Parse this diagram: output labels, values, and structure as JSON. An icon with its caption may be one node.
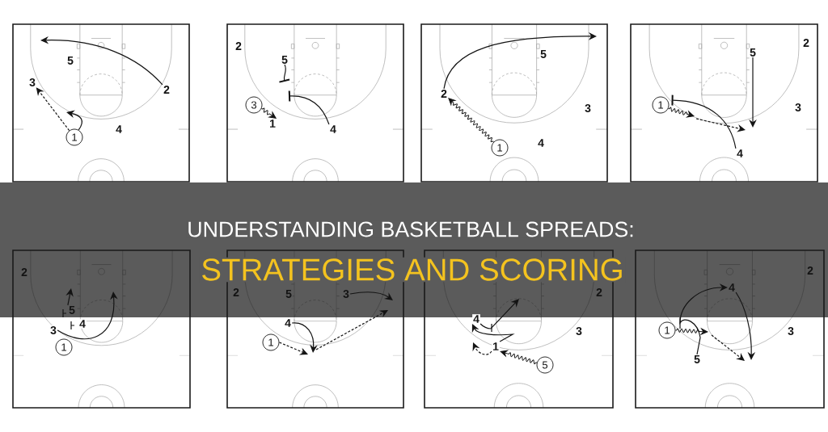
{
  "diagram": {
    "title": "UNDERSTANDING BASKETBALL SPREADS:",
    "nodes": [
      {
        "text": [],
        "shape": "box"
      },
      {
        "text": [
          "5"
        ],
        "in": 0
      },
      {
        "text": [
          "3"
        ],
        "in": 0
      },
      {
        "text": [
          "2"
        ],
        "in": 0
      },
      {
        "text": [
          "4"
        ],
        "in": 0
      },
      {
        "text": [
          "1"
        ],
        "in": 0
      },
      {
        "text": [],
        "shape": "box"
      },
      {
        "text": [
          "2"
        ],
        "in": 6
      },
      {
        "text": [
          "5"
        ],
        "in": 6
      },
      {
        "text": [
          "3"
        ],
        "in": 6
      },
      {
        "text": [
          "1"
        ],
        "in": 6
      },
      {
        "text": [
          "4"
        ],
        "in": 6
      },
      {
        "text": [],
        "shape": "box"
      },
      {
        "text": [
          "5"
        ],
        "in": 12
      },
      {
        "text": [
          "2"
        ],
        "in": 12
      },
      {
        "text": [
          "3"
        ],
        "in": 12
      },
      {
        "text": [
          "4"
        ],
        "in": 12
      },
      {
        "text": [
          "1"
        ],
        "in": 12
      },
      {
        "text": [],
        "shape": "box"
      },
      {
        "text": [
          "2"
        ],
        "in": 18
      },
      {
        "text": [
          "5"
        ],
        "in": 18
      },
      {
        "text": [
          "1"
        ],
        "in": 18
      },
      {
        "text": [
          "3"
        ],
        "in": 18
      },
      {
        "text": [
          "4"
        ],
        "in": 18
      },
      {
        "text": [],
        "shape": "box"
      },
      {
        "text": [
          "2"
        ],
        "in": 24
      },
      {
        "text": [
          "5"
        ],
        "in": 24
      },
      {
        "text": [
          "4"
        ],
        "in": 24
      },
      {
        "text": [
          "3"
        ],
        "in": 24
      },
      {
        "text": [
          "1"
        ],
        "in": 24
      },
      {
        "text": [],
        "shape": "box"
      },
      {
        "text": [
          "2"
        ],
        "in": 30
      },
      {
        "text": [
          "5"
        ],
        "in": 30
      },
      {
        "text": [
          "3"
        ],
        "in": 30
      },
      {
        "text": [
          "4"
        ],
        "in": 30
      },
      {
        "text": [
          "1"
        ],
        "in": 30
      },
      {
        "text": [],
        "shape": "box"
      },
      {
        "text": [
          "2"
        ],
        "in": 36
      },
      {
        "text": [
          "4"
        ],
        "in": 36
      },
      {
        "text": [
          "3"
        ],
        "in": 36
      },
      {
        "text": [
          "1"
        ],
        "in": 36
      },
      {
        "text": [
          "5"
        ],
        "in": 36
      },
      {
        "text": [],
        "shape": "box"
      },
      {
        "text": [
          "2"
        ],
        "in": 42
      },
      {
        "text": [
          "4"
        ],
        "in": 42
      },
      {
        "text": [
          "1"
        ],
        "in": 42
      },
      {
        "text": [
          "3"
        ],
        "in": 42
      },
      {
        "text": [
          "5"
        ],
        "in": 42
      }
    ],
    "edges": [
      {
        "from": 3,
        "to": null,
        "arrow": "to"
      },
      {
        "from": 5,
        "to": 2,
        "arrow": "to",
        "style": "dashed"
      },
      {
        "from": 5,
        "to": null,
        "arrow": "to"
      },
      {
        "from": 8,
        "to": null,
        "arrow": "other"
      },
      {
        "from": 9,
        "to": 10,
        "arrow": "to"
      },
      {
        "from": 11,
        "to": null,
        "arrow": "other"
      },
      {
        "from": 14,
        "to": null,
        "arrow": "to"
      },
      {
        "from": 17,
        "to": 14,
        "arrow": "to"
      },
      {
        "from": 20,
        "to": null,
        "arrow": "to"
      },
      {
        "from": 23,
        "to": 21,
        "arrow": "other"
      },
      {
        "from": 21,
        "to": null,
        "arrow": "to"
      },
      {
        "from": 26,
        "to": null,
        "arrow": "to"
      },
      {
        "from": 28,
        "to": null,
        "arrow": "to"
      },
      {
        "from": 33,
        "to": null,
        "arrow": "to"
      },
      {
        "from": 34,
        "to": null,
        "arrow": "to"
      },
      {
        "from": 35,
        "to": null,
        "arrow": "to",
        "style": "dashed"
      },
      {
        "from": 41,
        "to": 40,
        "arrow": "to"
      },
      {
        "from": 40,
        "to": 38,
        "arrow": "to"
      },
      {
        "from": 38,
        "to": null,
        "arrow": "to"
      },
      {
        "from": 40,
        "to": null,
        "arrow": "to",
        "style": "dashed"
      },
      {
        "from": 47,
        "to": 44,
        "arrow": "to"
      },
      {
        "from": 45,
        "to": null,
        "arrow": "to"
      },
      {
        "from": 44,
        "to": null,
        "arrow": "to"
      }
    ],
    "labels": [
      "STRATEGIES AND SCORING"
    ]
  }
}
